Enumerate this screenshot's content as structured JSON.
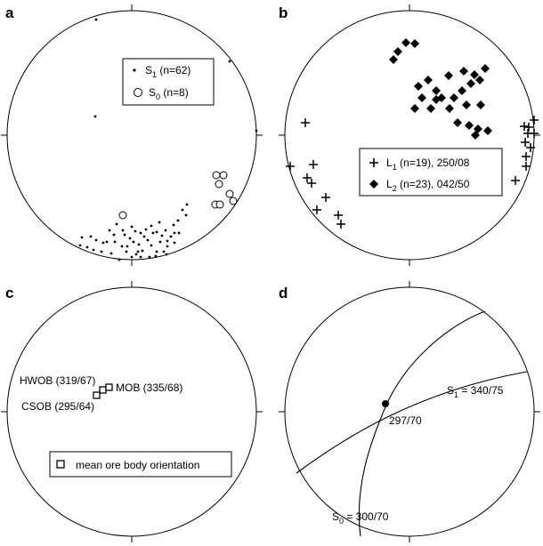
{
  "panels": {
    "a": {
      "label": "a",
      "legend": [
        {
          "symbol": "dot",
          "main": "S",
          "sub": "1",
          "rest": " (n=62)"
        },
        {
          "symbol": "open-circle",
          "main": "S",
          "sub": "0",
          "rest": " (n=8)"
        }
      ]
    },
    "b": {
      "label": "b",
      "legend": [
        {
          "symbol": "plus",
          "main": "L",
          "sub": "1",
          "rest": " (n=19), 250/08"
        },
        {
          "symbol": "diamond",
          "main": "L",
          "sub": "2",
          "rest": " (n=23), 042/50"
        }
      ]
    },
    "c": {
      "label": "c",
      "points": [
        {
          "name": "HWOB",
          "label": "HWOB (319/67)"
        },
        {
          "name": "MOB",
          "label": "MOB (335/68)"
        },
        {
          "name": "CSOB",
          "label": "CSOB (295/64)"
        }
      ],
      "legend": [
        {
          "symbol": "open-square",
          "text": "mean ore body orientation"
        }
      ]
    },
    "d": {
      "label": "d",
      "intersection": "297/70",
      "s1": {
        "main": "S",
        "sub": "1",
        "rest": " = 340/75"
      },
      "s0": {
        "main": "S",
        "sub": "0",
        "rest": " = 300/70"
      }
    }
  }
}
